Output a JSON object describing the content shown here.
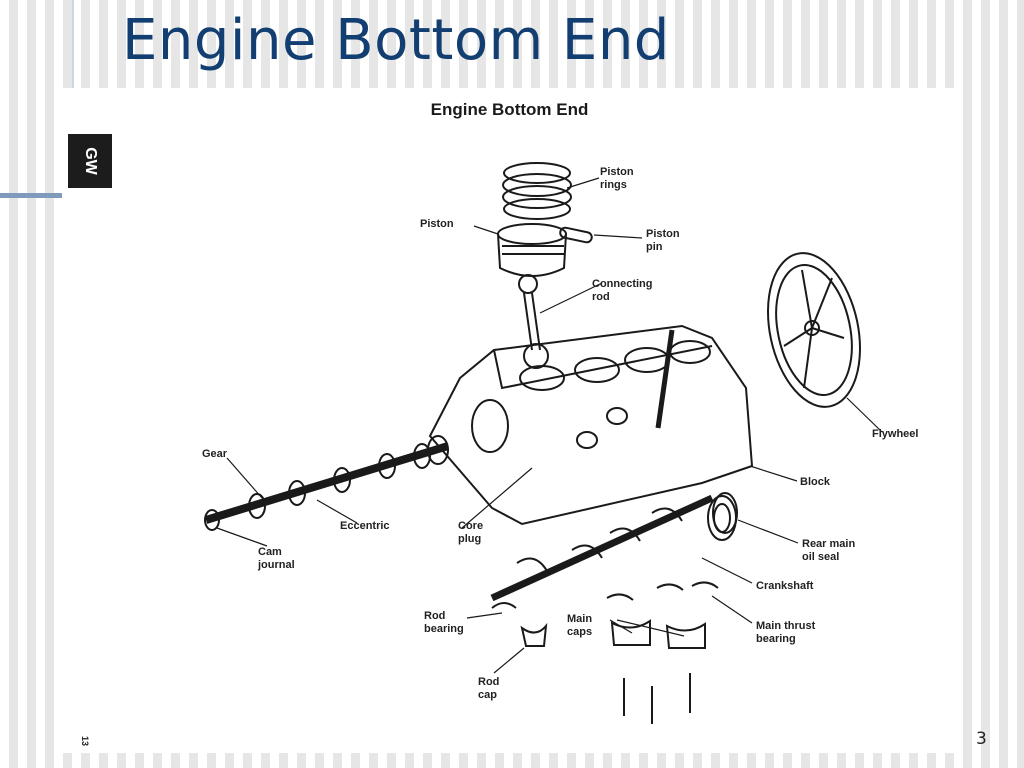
{
  "slide": {
    "title": "Engine Bottom End",
    "page_number": "3"
  },
  "figure": {
    "title": "Engine Bottom End",
    "logo": "GW",
    "figure_code": "13",
    "labels": {
      "piston_rings": "Piston\nrings",
      "piston": "Piston",
      "piston_pin": "Piston\npin",
      "connecting_rod": "Connecting\nrod",
      "flywheel": "Flywheel",
      "gear": "Gear",
      "block": "Block",
      "eccentric": "Eccentric",
      "core_plug": "Core\nplug",
      "cam_journal": "Cam\njournal",
      "rear_main_oil_seal": "Rear main\noil seal",
      "crankshaft": "Crankshaft",
      "rod_bearing": "Rod\nbearing",
      "main_caps": "Main\ncaps",
      "main_thrust_bearing": "Main thrust\nbearing",
      "rod_cap": "Rod\ncap"
    }
  }
}
